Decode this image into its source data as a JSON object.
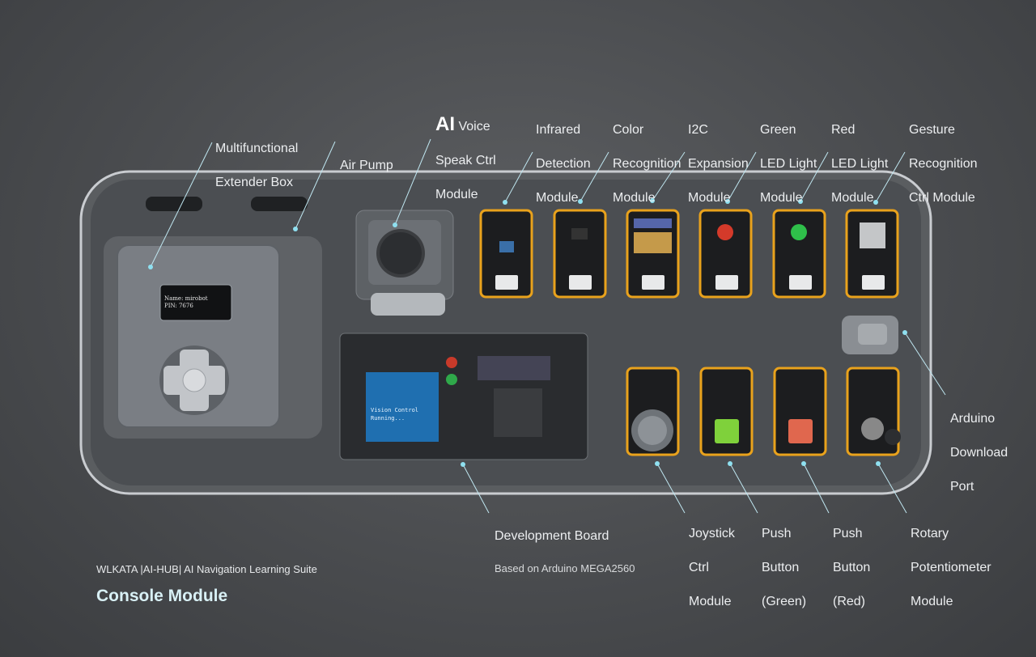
{
  "labels": {
    "extender": [
      "Multifunctional",
      "Extender Box"
    ],
    "air_pump": [
      "Air Pump"
    ],
    "ai_voice": {
      "ai": "AI",
      "lines": [
        "Voice",
        "Speak Ctrl",
        "Module"
      ]
    },
    "infrared": [
      "Infrared",
      "Detection",
      "Module"
    ],
    "color": [
      "Color",
      "Recognition",
      "Module"
    ],
    "i2c": [
      "I2C",
      "Expansion",
      "Module"
    ],
    "green_led": [
      "Green",
      "LED Light",
      "Module"
    ],
    "red_led": [
      "Red",
      "LED Light",
      "Module"
    ],
    "gesture": [
      "Gesture",
      "Recognition",
      "Ctrl Module"
    ],
    "arduino_port": [
      "Arduino",
      "Download",
      "Port"
    ],
    "dev_board": {
      "title": "Development Board",
      "sub": "Based on Arduino MEGA2560"
    },
    "joystick": [
      "Joystick",
      "Ctrl",
      "Module"
    ],
    "push_green": [
      "Push",
      "Button",
      "(Green)"
    ],
    "push_red": [
      "Push",
      "Button",
      "(Red)"
    ],
    "rotary": [
      "Rotary",
      "Potentiometer",
      "Module"
    ]
  },
  "device": {
    "lcd_name_label": "Name:",
    "lcd_name_value": "mirobot",
    "lcd_pin_label": "PIN:",
    "lcd_pin_value": "7676",
    "screen_line1": "Vision Control",
    "screen_line2": "Running..."
  },
  "footer": {
    "suite": "WLKATA |AI-HUB| AI Navigation Learning Suite",
    "title": "Console Module"
  },
  "colors": {
    "accent": "#8fe0f0",
    "module_frame": "#e9a21c",
    "green_led": "#2fbf4a",
    "red_led": "#d43a2a",
    "green_button": "#7fd13b",
    "red_button": "#e0674e"
  }
}
